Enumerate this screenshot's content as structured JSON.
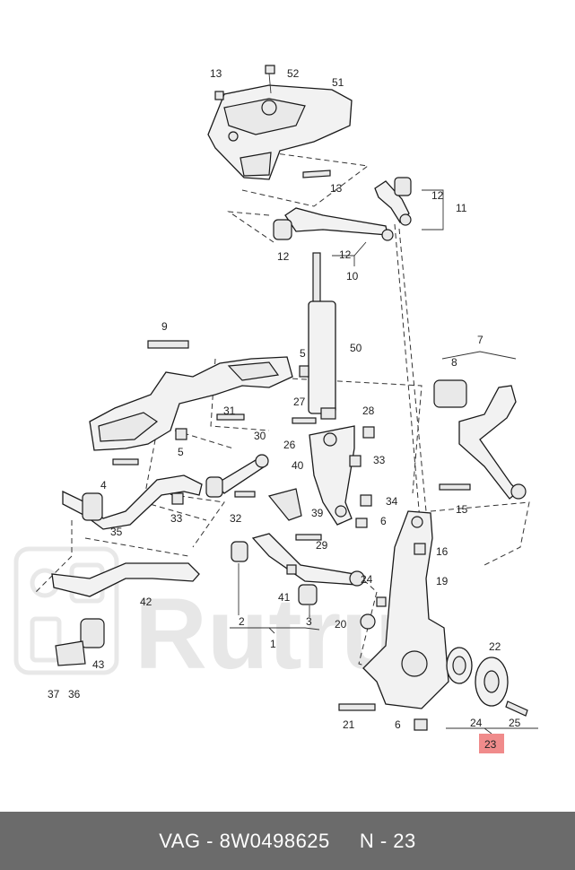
{
  "watermark": {
    "text": "Rutru"
  },
  "highlight": {
    "label": "23",
    "color": "#f08b8b"
  },
  "callouts": {
    "c13a": "13",
    "c52": "52",
    "c51": "51",
    "c13b": "13",
    "c12a": "12",
    "c11": "11",
    "c12b": "12",
    "c12c": "12",
    "c10": "10",
    "c9": "9",
    "c5a": "5",
    "c50": "50",
    "c7": "7",
    "c8": "8",
    "c27": "27",
    "c28": "28",
    "c31": "31",
    "c30": "30",
    "c26": "26",
    "c33a": "33",
    "c5b": "5",
    "c4": "4",
    "c40": "40",
    "c35": "35",
    "c33b": "33",
    "c32": "32",
    "c34": "34",
    "c39": "39",
    "c6a": "6",
    "c15": "15",
    "c29": "29",
    "c16": "16",
    "c19": "19",
    "c42": "42",
    "c41": "41",
    "c24a": "24",
    "c20": "20",
    "c2": "2",
    "c3": "3",
    "c1": "1",
    "c43": "43",
    "c22": "22",
    "c37": "37",
    "c36": "36",
    "c21": "21",
    "c6b": "6",
    "c24b": "24",
    "c25": "25",
    "c23": "23"
  },
  "footer": {
    "brand": "VAG",
    "sep": " - ",
    "part_number": "8W0498625",
    "gap": "     ",
    "ref": "N - 23"
  }
}
